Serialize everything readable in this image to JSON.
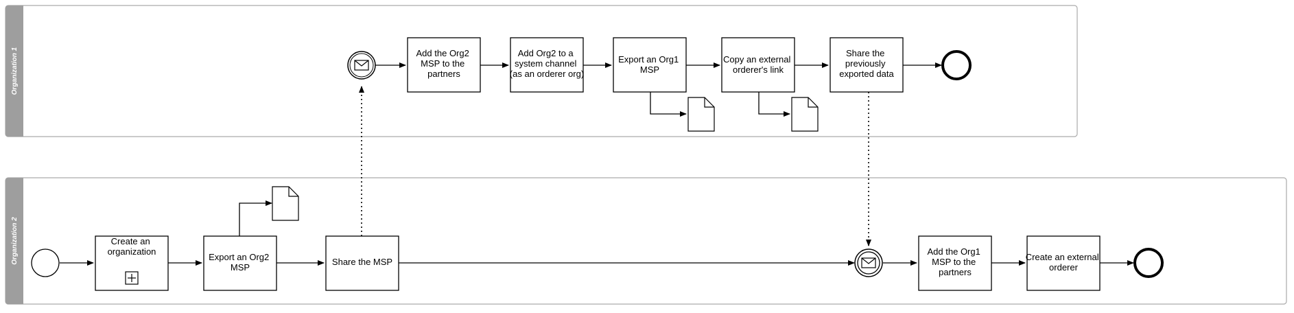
{
  "lanes": [
    {
      "label": "Organization 1"
    },
    {
      "label": "Organization 2"
    }
  ],
  "tasks": [
    {
      "lines": [
        "Add the Org2",
        "MSP to the",
        "partners"
      ]
    },
    {
      "lines": [
        "Add Org2 to a",
        "system channel",
        "(as an orderer org)"
      ]
    },
    {
      "lines": [
        "Export an Org1",
        "MSP"
      ]
    },
    {
      "lines": [
        "Copy an external",
        "orderer's link"
      ]
    },
    {
      "lines": [
        "Share the",
        "previously",
        "exported data"
      ]
    },
    {
      "lines": [
        "Create an",
        "organization"
      ]
    },
    {
      "lines": [
        "Export an Org2",
        "MSP"
      ]
    },
    {
      "lines": [
        "Share the MSP"
      ]
    },
    {
      "lines": [
        "Add the Org1",
        "MSP to the",
        "partners"
      ]
    },
    {
      "lines": [
        "Create an external",
        "orderer"
      ]
    }
  ]
}
